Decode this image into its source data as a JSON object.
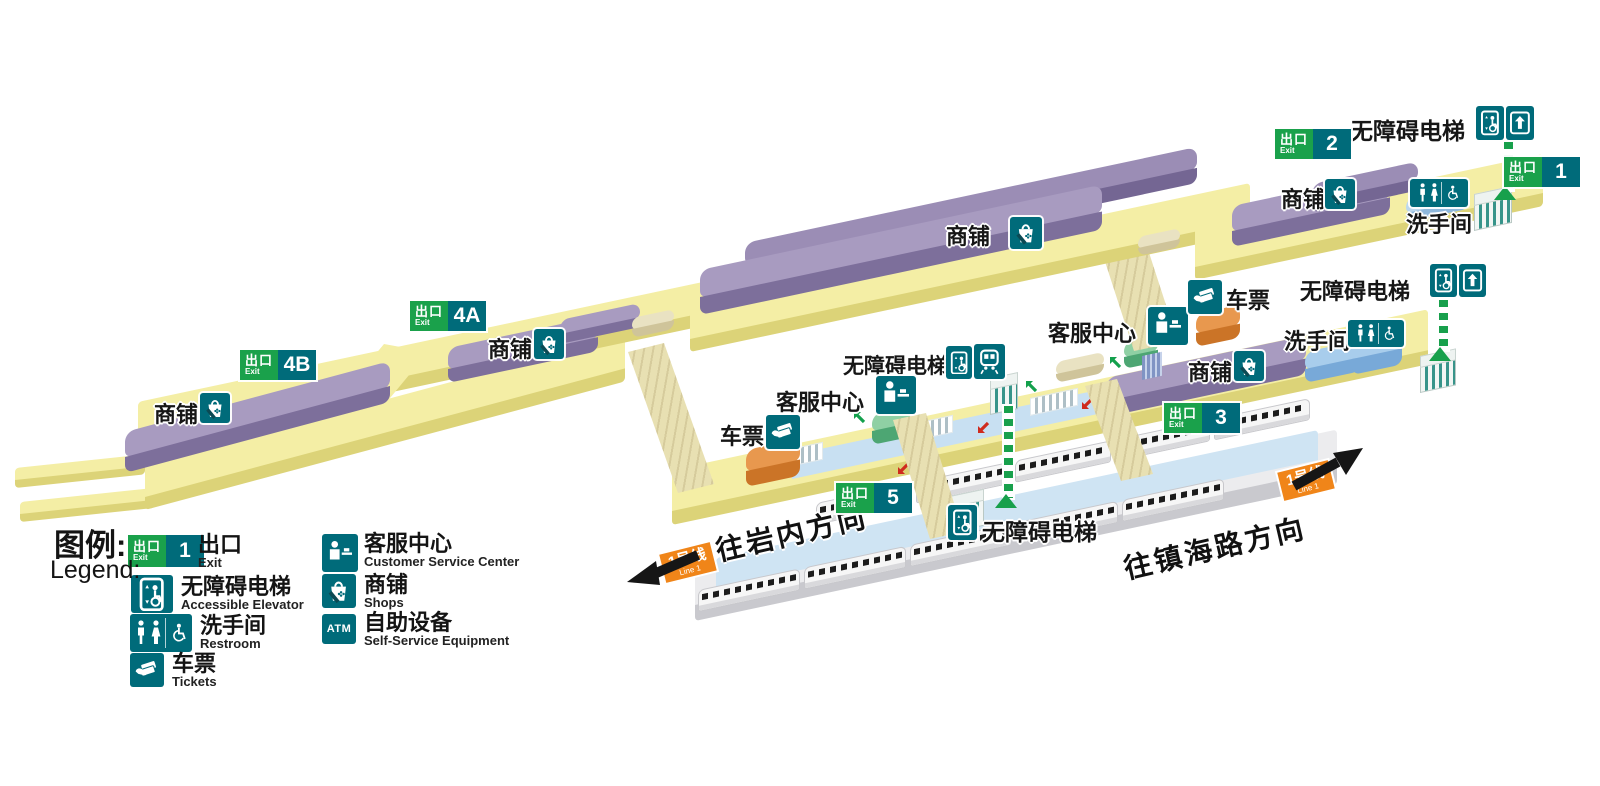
{
  "labels": {
    "shops_zh": "商铺",
    "restroom_zh": "洗手间",
    "elevator_zh": "无障碍电梯",
    "customer_service_zh": "客服中心",
    "tickets_zh": "车票"
  },
  "badge": {
    "zh": "出口",
    "en": "Exit"
  },
  "exits": [
    {
      "num": "4B"
    },
    {
      "num": "4A"
    },
    {
      "num": "2"
    },
    {
      "num": "1"
    },
    {
      "num": "3"
    },
    {
      "num": "5"
    }
  ],
  "line_badge": {
    "zh": "1号线",
    "en": "Line 1"
  },
  "directions": {
    "left": "往岩内方向",
    "right": "往镇海路方向"
  },
  "legend": {
    "title_zh": "图例:",
    "title_en": "Legend:",
    "exit": {
      "zh": "出口",
      "en": "Exit",
      "badge_num": "1"
    },
    "elevator": {
      "zh": "无障碍电梯",
      "en": "Accessible Elevator"
    },
    "restroom": {
      "zh": "洗手间",
      "en": "Restroom"
    },
    "tickets": {
      "zh": "车票",
      "en": "Tickets"
    },
    "customer_service": {
      "zh": "客服中心",
      "en": "Customer Service Center"
    },
    "shops": {
      "zh": "商铺",
      "en": "Shops"
    },
    "atm": {
      "zh": "自助设备",
      "en": "Self-Service Equipment",
      "icon_text": "ATM"
    }
  },
  "colors": {
    "teal": "#006b7a",
    "exit_green": "#1aa14b",
    "line_orange": "#f08519",
    "floor_yellow": "#f4eea5",
    "floor_edge": "#dcd378",
    "shop_purple": "#a89bc0",
    "shop_purple_edge": "#7d6f9b",
    "paid_zone_blue": "#c8e0f2",
    "platform_blue": "#cfe4f3",
    "ramp_beige": "#e8e0b2",
    "elevator_dash_green": "#18a04c"
  }
}
